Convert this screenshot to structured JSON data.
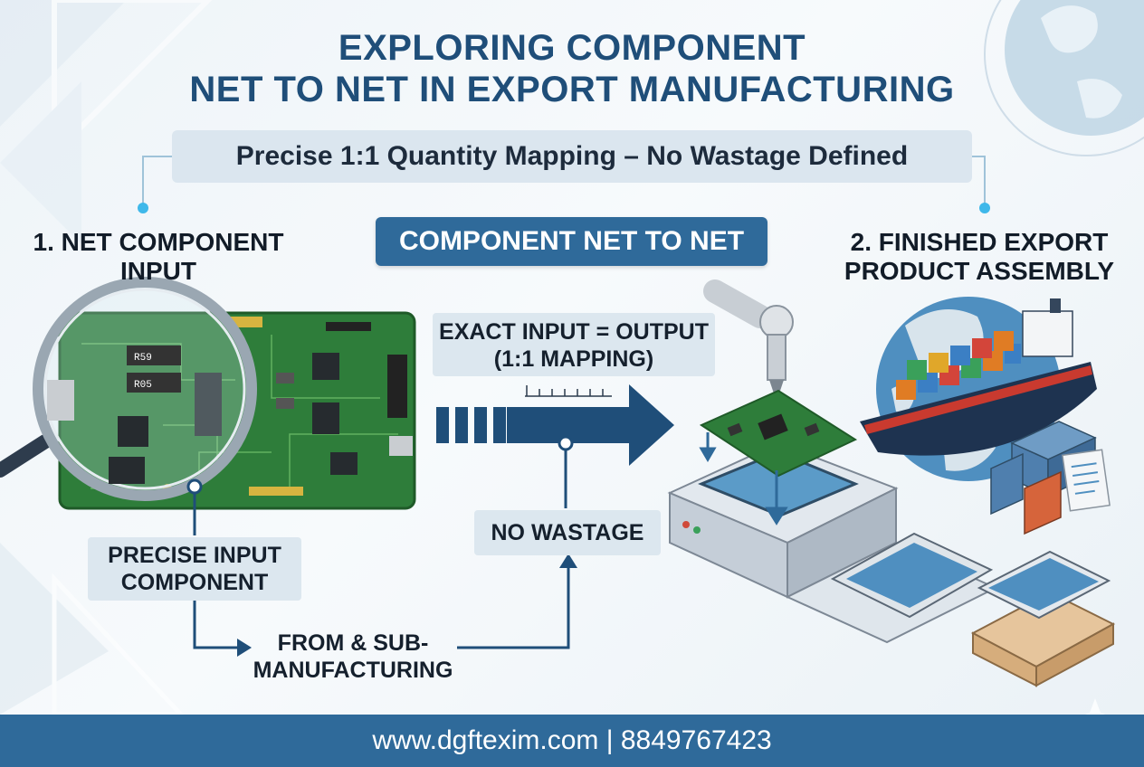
{
  "title": {
    "line1": "EXPLORING COMPONENT",
    "line2": "NET TO NET IN EXPORT MANUFACTURING"
  },
  "banner": "Precise 1:1 Quantity Mapping – No Wastage Defined",
  "center_label": "COMPONENT NET TO NET",
  "left_heading": {
    "line1": "1. NET COMPONENT",
    "line2": "INPUT"
  },
  "right_heading": {
    "line1": "2. FINISHED EXPORT",
    "line2": "PRODUCT ASSEMBLY"
  },
  "exact_label": {
    "line1": "EXACT INPUT = OUTPUT",
    "line2": "(1:1 MAPPING)"
  },
  "precise_label": {
    "line1": "PRECISE INPUT",
    "line2": "COMPONENT"
  },
  "no_wastage_label": "NO WASTAGE",
  "from_label": {
    "line1": "FROM & SUB-",
    "line2": "MANUFACTURING"
  },
  "chip_labels": [
    "R59",
    "R05"
  ],
  "footer": "www.dgftexim.com | 8849767423",
  "colors": {
    "primary": "#2f6a9a",
    "title": "#1f4e79",
    "banner_bg": "#dbe6ef",
    "pcb_green": "#2e7d3a",
    "arrow": "#1f4e79"
  }
}
